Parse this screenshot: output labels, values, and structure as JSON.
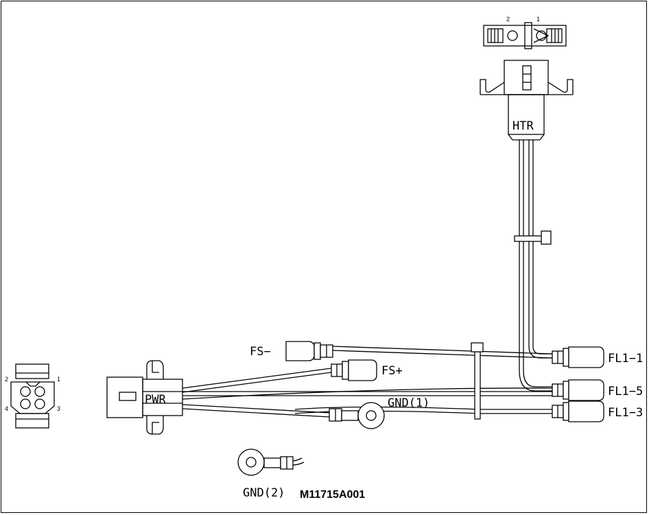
{
  "drawing_number": "M11715A001",
  "connectors": {
    "heater": {
      "label": "HTR",
      "pin_labels": [
        "2",
        "1"
      ]
    },
    "power": {
      "label": "PWR"
    },
    "power_face": {
      "pin_labels": [
        "2",
        "1",
        "4",
        "3"
      ]
    }
  },
  "terminals": {
    "fs_minus": "FS−",
    "fs_plus": "FS+",
    "gnd1": "GND(1)",
    "gnd2": "GND(2)",
    "fl1_1": "FL1−1",
    "fl1_5": "FL1−5",
    "fl1_3": "FL1−3"
  },
  "colors": {
    "line": "#000000",
    "background": "#ffffff"
  }
}
